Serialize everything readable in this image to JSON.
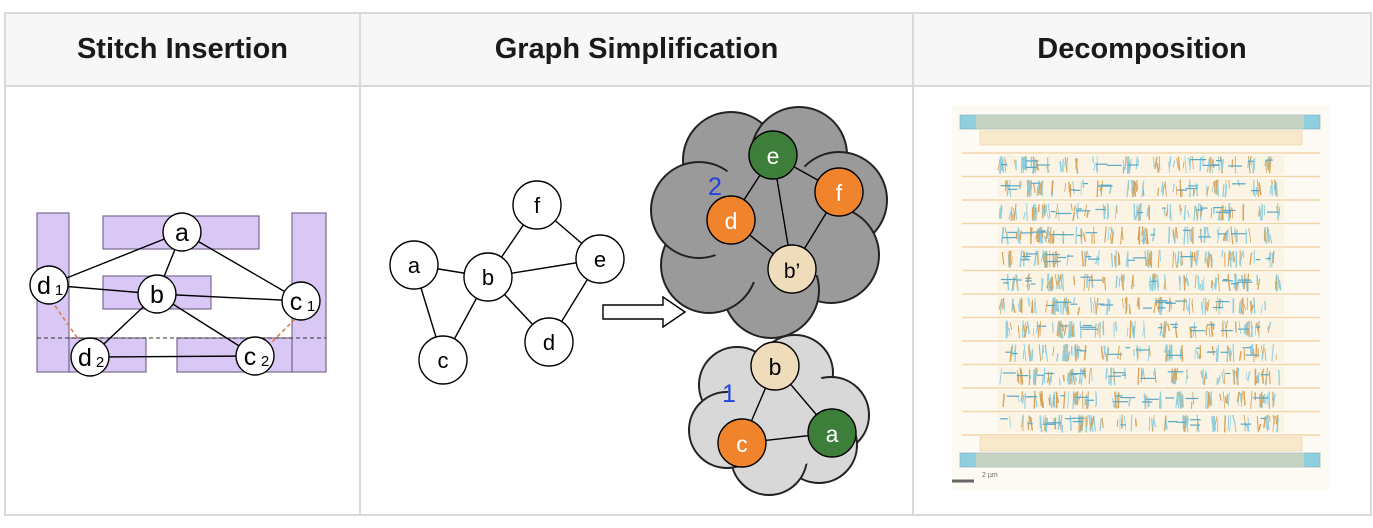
{
  "headers": {
    "stitch": "Stitch Insertion",
    "simplification": "Graph Simplification",
    "decomposition": "Decomposition"
  },
  "stitch_panel": {
    "nodes": {
      "a": "a",
      "b": "b",
      "d1": "d",
      "d1_sub": "1",
      "c1": "c",
      "c1_sub": "1",
      "d2": "d",
      "d2_sub": "2",
      "c2": "c",
      "c2_sub": "2"
    },
    "colors": {
      "shape_fill": "#d9c7f5",
      "shape_stroke": "#7a6a8f",
      "stitch_line": "#e07a50"
    }
  },
  "graph_panel": {
    "nodes": {
      "a": "a",
      "b": "b",
      "c": "c",
      "d": "d",
      "e": "e",
      "f": "f"
    },
    "group2_label": "2",
    "group2_nodes": {
      "e": "e",
      "f": "f",
      "d": "d",
      "bp": "b’"
    },
    "group1_label": "1",
    "group1_nodes": {
      "b": "b",
      "c": "c",
      "a": "a"
    },
    "colors": {
      "green": "#3d7f3a",
      "orange": "#f0842d",
      "beige": "#eedcbb",
      "cloud_dark": "#9a9a9a",
      "cloud_light": "#d8d8d8",
      "label_blue": "#2244dd"
    }
  },
  "decomp_panel": {
    "scale_label": "2 µm",
    "colors": {
      "cyan": "#8fcfe0",
      "tan": "#f1d6a8",
      "bg": "#fdfaf3"
    }
  }
}
